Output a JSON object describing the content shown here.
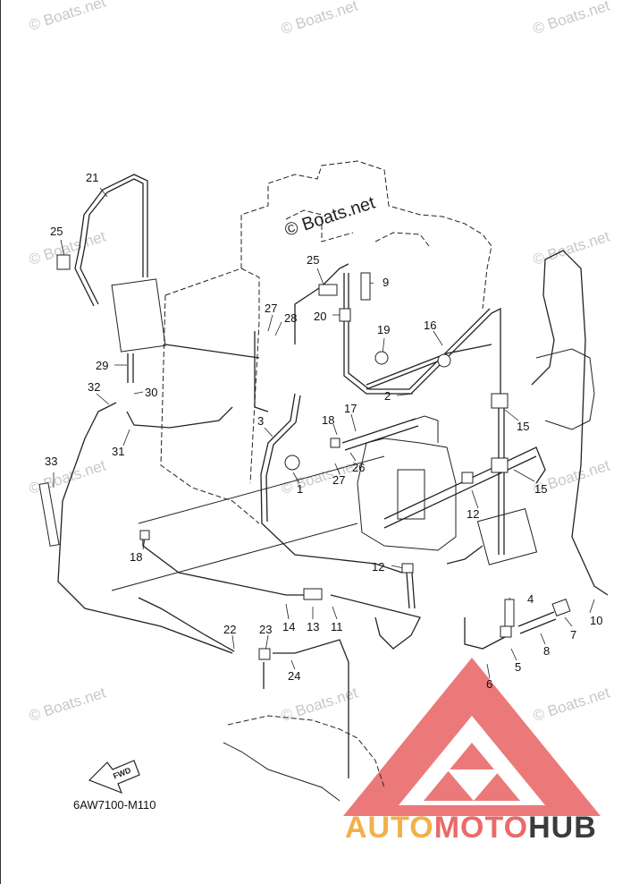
{
  "watermark_text": "© Boats.net",
  "diagram_code": "6AW7100-M110",
  "fwd_label": "FWD",
  "brand": {
    "part1": "AUTO",
    "part2": "MOTO",
    "part3": "HUB"
  },
  "colors": {
    "line": "#222222",
    "watermark": "#c8c8c8",
    "logo_red": "#ea6a6a",
    "logo_orange": "#f2b04a",
    "logo_dark": "#3b3b3b"
  },
  "callouts": [
    "21",
    "25",
    "29",
    "32",
    "30",
    "31",
    "33",
    "27",
    "28",
    "25",
    "20",
    "9",
    "19",
    "16",
    "2",
    "17",
    "18",
    "26",
    "27",
    "3",
    "1",
    "15",
    "15",
    "12",
    "12",
    "18",
    "4",
    "10",
    "7",
    "8",
    "5",
    "6",
    "14",
    "13",
    "11",
    "22",
    "23",
    "24"
  ]
}
